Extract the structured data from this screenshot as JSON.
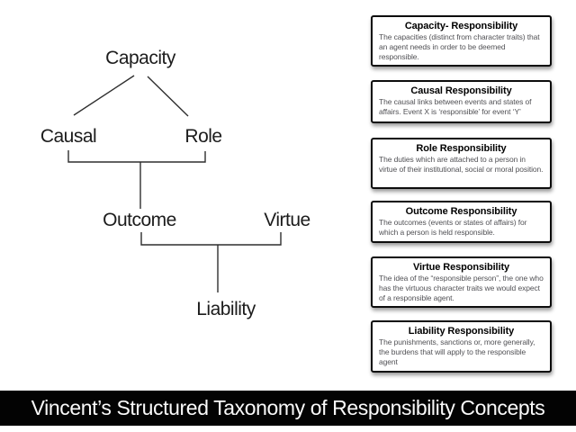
{
  "tree": {
    "nodes": [
      {
        "id": "capacity",
        "label": "Capacity"
      },
      {
        "id": "causal",
        "label": "Causal"
      },
      {
        "id": "role",
        "label": "Role"
      },
      {
        "id": "outcome",
        "label": "Outcome"
      },
      {
        "id": "virtue",
        "label": "Virtue"
      },
      {
        "id": "liability",
        "label": "Liability"
      }
    ]
  },
  "info_boxes": [
    {
      "title": "Capacity- Responsibility",
      "body": "The capacities (distinct from character traits) that an agent needs in order to be deemed responsible."
    },
    {
      "title": "Causal Responsibility",
      "body": "The causal links between events and states of affairs. Event X is ‘responsible’ for event ‘Y’"
    },
    {
      "title": "Role Responsibility",
      "body": "The duties which are attached to a person in virtue of their institutional, social or moral position."
    },
    {
      "title": "Outcome Responsibility",
      "body": "The outcomes (events or states of affairs) for which a person is held responsible."
    },
    {
      "title": "Virtue Responsibility",
      "body": "The idea of the “responsible person”, the one who has the virtuous character traits we would expect of a responsible agent."
    },
    {
      "title": "Liability Responsibility",
      "body": "The punishments, sanctions or, more generally, the burdens that will apply to the responsible agent"
    }
  ],
  "footer": {
    "title": "Vincent’s Structured Taxonomy of Responsibility Concepts"
  },
  "colors": {
    "footer_bg": "#030303",
    "footer_text": "#fafafa",
    "line": "#2e2e2e",
    "box_border": "#0d0d0d",
    "box_body_text": "#525256"
  }
}
